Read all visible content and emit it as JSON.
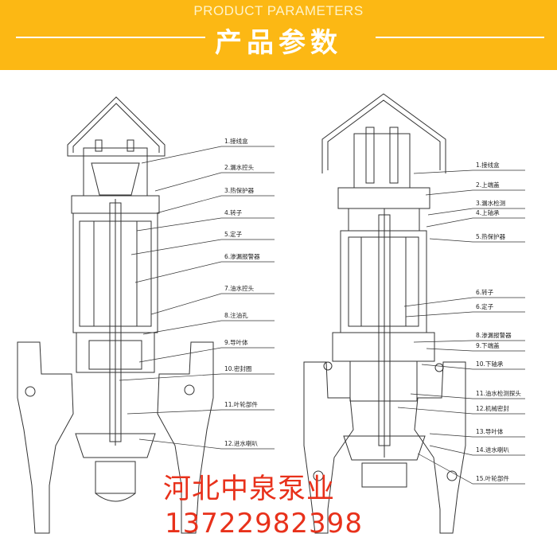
{
  "header": {
    "title_en": "PRODUCT PARAMETERS",
    "title_cn": "产品参数",
    "bg_color": "#fcb814"
  },
  "left_pump": {
    "labels": [
      {
        "text": "1.接线盒"
      },
      {
        "text": "2.漏水控头"
      },
      {
        "text": "3.热保护器"
      },
      {
        "text": "4.转子"
      },
      {
        "text": "5.定子"
      },
      {
        "text": "6.渗漏报警器"
      },
      {
        "text": "7.油水控头"
      },
      {
        "text": "8.注油孔"
      },
      {
        "text": "9.导叶体"
      },
      {
        "text": "10.密封圈"
      },
      {
        "text": "11.叶轮部件"
      },
      {
        "text": "12.进水喇叭"
      }
    ]
  },
  "right_pump": {
    "labels": [
      {
        "text": "1.接线盒"
      },
      {
        "text": "2.上端盖"
      },
      {
        "text": "3.漏水检测"
      },
      {
        "text": "4.上轴承"
      },
      {
        "text": "5.热保护器"
      },
      {
        "text": "6.转子"
      },
      {
        "text": "6.定子"
      },
      {
        "text": "8.渗漏报警器"
      },
      {
        "text": "9.下端盖"
      },
      {
        "text": "10.下轴承"
      },
      {
        "text": "11.油水检测探头"
      },
      {
        "text": "12.机械密封"
      },
      {
        "text": "13.导叶体"
      },
      {
        "text": "14.进水喇叭"
      },
      {
        "text": "15.叶轮部件"
      }
    ]
  },
  "watermark": {
    "company": "河北中泉泵业",
    "phone": "13722982398",
    "color": "#e8311b"
  }
}
